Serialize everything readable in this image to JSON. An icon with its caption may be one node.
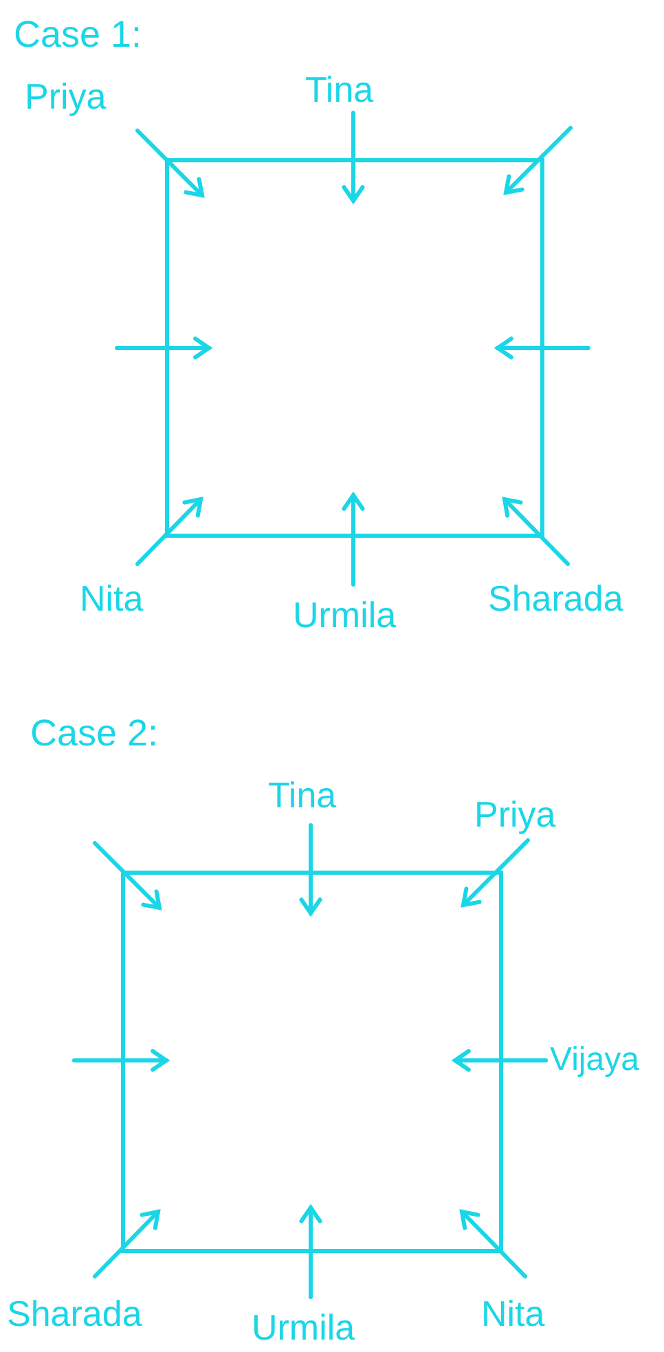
{
  "diagram": {
    "nodes": [
      {
        "text": [],
        "shape": "box"
      },
      {
        "text": [],
        "shape": "box"
      }
    ],
    "labels": [
      "Case 1:",
      "Priya",
      "Tina",
      "Nita",
      "Urmila",
      "Sharada",
      "Case 2:",
      "Tina",
      "Priya",
      "Vijaya",
      "Sharada",
      "Urmila",
      "Nita"
    ]
  }
}
